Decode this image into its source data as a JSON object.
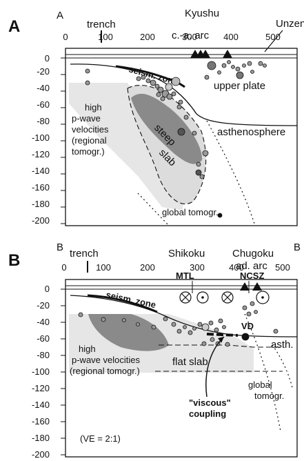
{
  "panels": [
    {
      "id": "A",
      "panel_label": "A",
      "profile_start_label": "A",
      "trench_label": "trench",
      "region_label": "Kyushu",
      "volcano_label": "Unzen",
      "arc_label": "c.-a. arc",
      "seism_zone_label": "seism. zone",
      "upper_plate_label": "upper plate",
      "asthenosphere_label": "asthenosphere",
      "velocity_label": [
        "high",
        "p-wave",
        "velocities",
        "(regional",
        "tomogr.)"
      ],
      "slab_label_1": "steep",
      "slab_label_2": "slab",
      "global_label": "global tomogr.",
      "x_ticks": [
        "0",
        "100",
        "200",
        "300",
        "400",
        "500"
      ],
      "y_ticks": [
        "0",
        "-20",
        "-40",
        "-60",
        "-80",
        "-100",
        "-120",
        "-140",
        "-160",
        "-180",
        "-200"
      ]
    },
    {
      "id": "B",
      "panel_label": "B",
      "profile_start_label": "B",
      "profile_end_label": "B",
      "trench_label": "trench",
      "region_label": "Shikoku",
      "region2_label": "Chugoku",
      "arc_label": "ad. arc",
      "mtl_label": "MTL",
      "ncsz_label": "NCSZ",
      "vd_label": "VD",
      "seism_zone_label": "seism. zone",
      "asth_label": "asth.",
      "velocity_label": [
        "high",
        "p-wave velocities",
        "(regional tomogr.)"
      ],
      "flat_slab_label": "flat slab",
      "global_label": [
        "global",
        "tomogr."
      ],
      "viscous_label": [
        "\"viscous\"",
        "coupling"
      ],
      "ve_label": "(VE = 2:1)",
      "x_ticks": [
        "0",
        "100",
        "200",
        "300",
        "400",
        "500"
      ],
      "y_ticks": [
        "0",
        "-20",
        "-40",
        "-60",
        "-80",
        "-100",
        "-120",
        "-140",
        "-160",
        "-180",
        "-200"
      ]
    }
  ],
  "colors": {
    "light_zone": "#e6e6e6",
    "dark_zone": "#8a8a8a",
    "ink": "#111111"
  }
}
